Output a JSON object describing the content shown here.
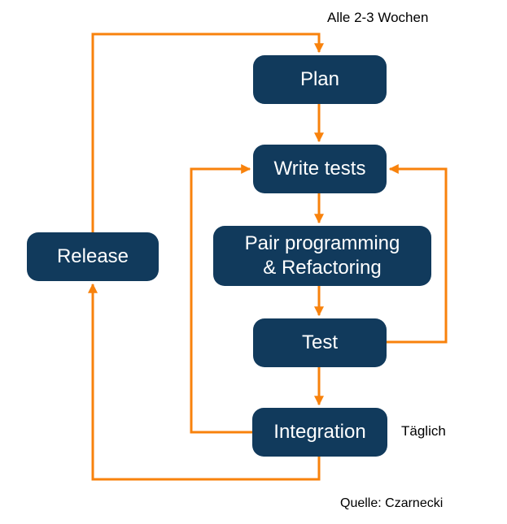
{
  "diagram": {
    "title": "XP development cycle flowchart",
    "nodes": {
      "plan": {
        "label": "Plan"
      },
      "write_tests": {
        "label": "Write tests"
      },
      "pair": {
        "label": "Pair programming\n& Refactoring"
      },
      "test": {
        "label": "Test"
      },
      "integration": {
        "label": "Integration"
      },
      "release": {
        "label": "Release"
      }
    },
    "edges": [
      {
        "from": "plan",
        "to": "write_tests"
      },
      {
        "from": "write_tests",
        "to": "pair"
      },
      {
        "from": "pair",
        "to": "test"
      },
      {
        "from": "test",
        "to": "integration"
      },
      {
        "from": "test",
        "to": "write_tests",
        "route": "right-loop"
      },
      {
        "from": "integration",
        "to": "write_tests",
        "route": "left-loop"
      },
      {
        "from": "integration",
        "to": "release",
        "route": "bottom-loop"
      },
      {
        "from": "release",
        "to": "plan",
        "route": "top-loop"
      }
    ],
    "annotations": {
      "cycle_weeks": "Alle 2-3 Wochen",
      "daily": "Täglich",
      "source": "Quelle: Czarnecki"
    },
    "colors": {
      "node_fill": "#113A5C",
      "node_text": "#FFFFFF",
      "arrow": "#F8820C",
      "annotation_text": "#000000",
      "background": "#FFFFFF"
    }
  }
}
